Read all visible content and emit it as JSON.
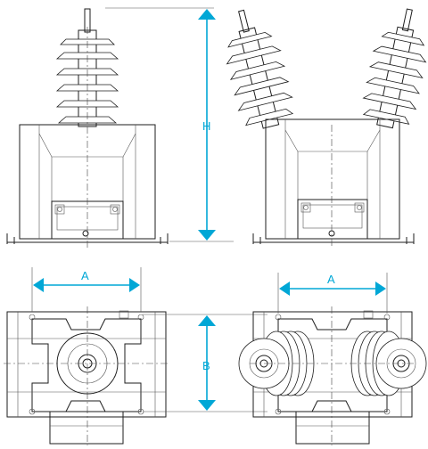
{
  "dimensions": {
    "height_label": "H",
    "width_label_left": "A",
    "width_label_right": "A",
    "depth_label": "B"
  },
  "colors": {
    "dimension": "#00a7d6",
    "line": "#1e1e1e"
  }
}
